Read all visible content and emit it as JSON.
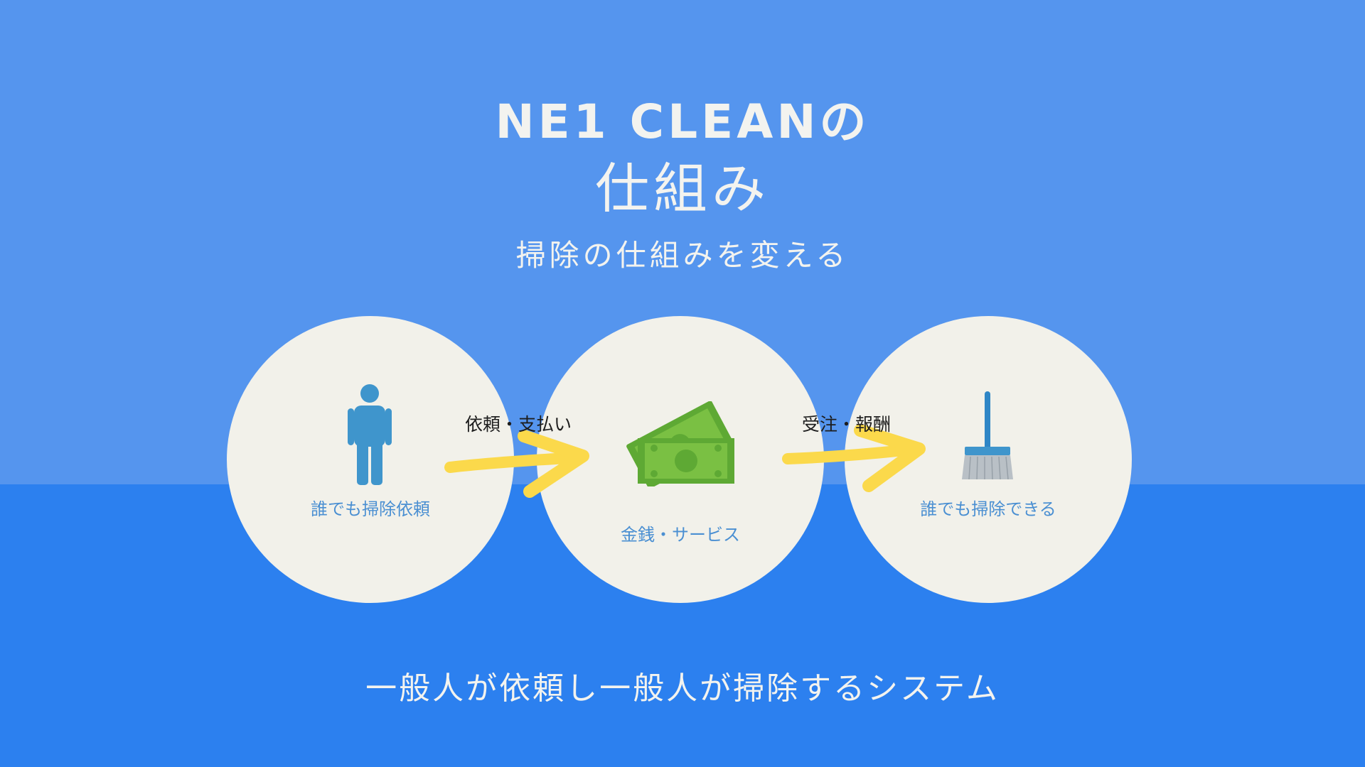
{
  "title": {
    "line1": "NE1 CLEANの",
    "line2": "仕組み"
  },
  "subtitle": "掃除の仕組みを変える",
  "steps": [
    {
      "label": "誰でも掃除依頼",
      "icon": "person-icon"
    },
    {
      "label": "金銭・サービス",
      "icon": "money-icon"
    },
    {
      "label": "誰でも掃除できる",
      "icon": "broom-icon"
    }
  ],
  "flows": [
    {
      "label": "依頼・支払い"
    },
    {
      "label": "受注・報酬"
    }
  ],
  "caption": "一般人が依頼し一般人が掃除するシステム",
  "colors": {
    "background_top": "#5595ee",
    "background_bottom": "#2c80ef",
    "circle": "#f2f1ea",
    "arrow": "#fbd94b",
    "circle_label": "#4a8fd2"
  }
}
